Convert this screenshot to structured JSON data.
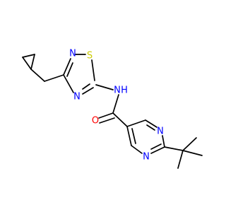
{
  "molecule": {
    "atoms": [
      {
        "id": "N_ring_top",
        "label": "N",
        "color": "#0000ff"
      },
      {
        "id": "S_ring",
        "label": "S",
        "color": "#cccc00"
      },
      {
        "id": "N_ring_bottom",
        "label": "N",
        "color": "#0000ff"
      },
      {
        "id": "NH",
        "label": "N",
        "color": "#0000ff"
      },
      {
        "id": "H",
        "label": "H",
        "color": "#0000ff"
      },
      {
        "id": "O",
        "label": "O",
        "color": "#ff0000"
      },
      {
        "id": "N_pyr_top",
        "label": "N",
        "color": "#0000ff"
      },
      {
        "id": "N_pyr_bottom",
        "label": "N",
        "color": "#0000ff"
      }
    ]
  }
}
